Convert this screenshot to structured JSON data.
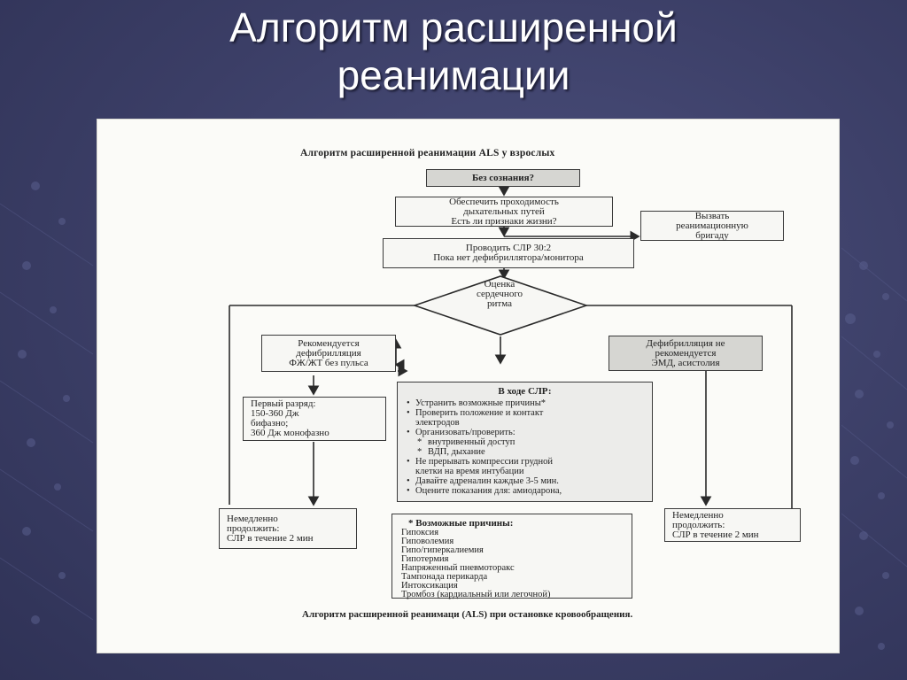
{
  "slide": {
    "title_line1": "Алгоритм расширенной",
    "title_line2": "реанимации"
  },
  "diagram": {
    "title": "Алгоритм расширенной реанимации ALS у взрослых",
    "nodes": {
      "unconscious": "Без сознания?",
      "airway_line1": "Обеспечить проходимость",
      "airway_line2": "дыхательных путей",
      "airway_line3": "Есть ли признаки жизни?",
      "call_team_line1": "Вызвать",
      "call_team_line2": "реанимационную",
      "call_team_line3": "бригаду",
      "cpr_line1": "Проводить СЛР 30:2",
      "cpr_line2": "Пока нет дефибриллятора/монитора",
      "rhythm_line1": "Оценка",
      "rhythm_line2": "сердечного",
      "rhythm_line3": "ритма",
      "shockable_line1": "Рекомендуется",
      "shockable_line2": "дефибрилляция",
      "shockable_line3": "ФЖ/ЖТ без пульса",
      "nonshockable_line1": "Дефибрилляция не",
      "nonshockable_line2": "рекомендуется",
      "nonshockable_line3": "ЭМД, асистолия",
      "first_shock_line1": "Первый разряд:",
      "first_shock_line2": "150-360 Дж",
      "first_shock_line3": "бифазно;",
      "first_shock_line4": "360 Дж монофазно",
      "resume_left_line1": "Немедленно",
      "resume_left_line2": "продолжить:",
      "resume_left_line3": "СЛР в течение 2 мин",
      "resume_right_line1": "Немедленно",
      "resume_right_line2": "продолжить:",
      "resume_right_line3": "СЛР в течение 2 мин"
    },
    "during_cpr": {
      "header": "В ходе СЛР:",
      "items": [
        "Устранить возможные причины*",
        "Проверить положение и контакт",
        "электродов",
        "Организовать/проверить:",
        "внутривенный доступ",
        "ВДП, дыхание",
        "Не прерывать компрессии грудной",
        "клетки на время интубации",
        "Давайте адреналин каждые 3-5 мин.",
        "Оцените показания для: амиодарона,"
      ]
    },
    "causes": {
      "header": "* Возможные причины:",
      "items": [
        "Гипоксия",
        "Гиповолемия",
        "Гипо/гиперкалиемия",
        "Гипотермия",
        "Напряженный пневмоторакс",
        "Тампонада перикарда",
        "Интоксикация",
        "Тромбоз (кардиальный или легочной)"
      ]
    },
    "caption": "Алгоритм расширенной реанимаци (ALS) при остановке кровообращения."
  }
}
